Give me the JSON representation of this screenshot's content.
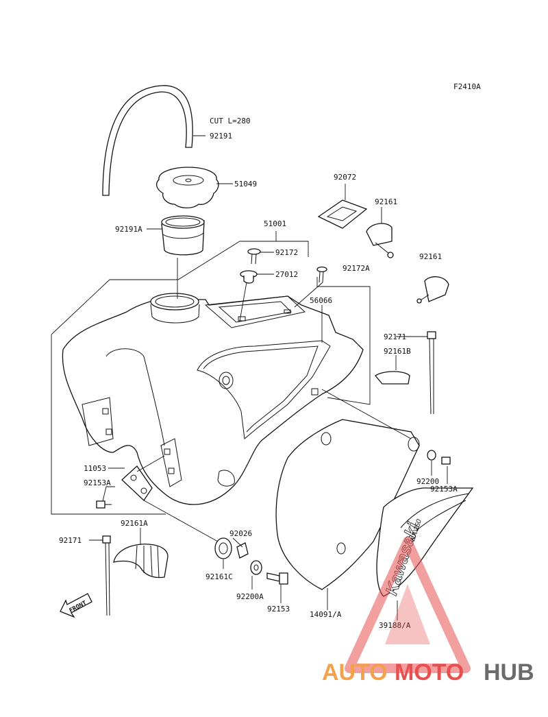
{
  "diagram_code": "F2410A",
  "hose_note": "CUT L=280",
  "callouts": {
    "hose": "92191",
    "cap": "51049",
    "cap_band": "92191A",
    "tank": "51001",
    "screw_a": "92172",
    "screw_b": "92172A",
    "cushion_top": "27012",
    "strap": "92072",
    "holder_a": "92161",
    "holder_b": "92161",
    "plate": "56066",
    "tie_right": "92171",
    "pad_b": "92161B",
    "bracket": "11053",
    "bolt_left": "92153A",
    "pad_a": "92161A",
    "tie_left": "92171",
    "collar": "92026",
    "damper_c": "92161C",
    "washer_a": "92200A",
    "bolt": "92153",
    "shroud": "14091/A",
    "washer": "92200",
    "bolt_right": "92153A",
    "decal": "39188/A"
  },
  "front_label": "FRONT",
  "decal_text": "Kawasaki",
  "decal_subtext": "KX 250",
  "watermark": {
    "part1": "AUTO",
    "part2": "MOTO",
    "part3": "HUB",
    "color_orange": "#f2a24a",
    "color_red": "#e85050",
    "color_grey": "#6b6b6b"
  }
}
